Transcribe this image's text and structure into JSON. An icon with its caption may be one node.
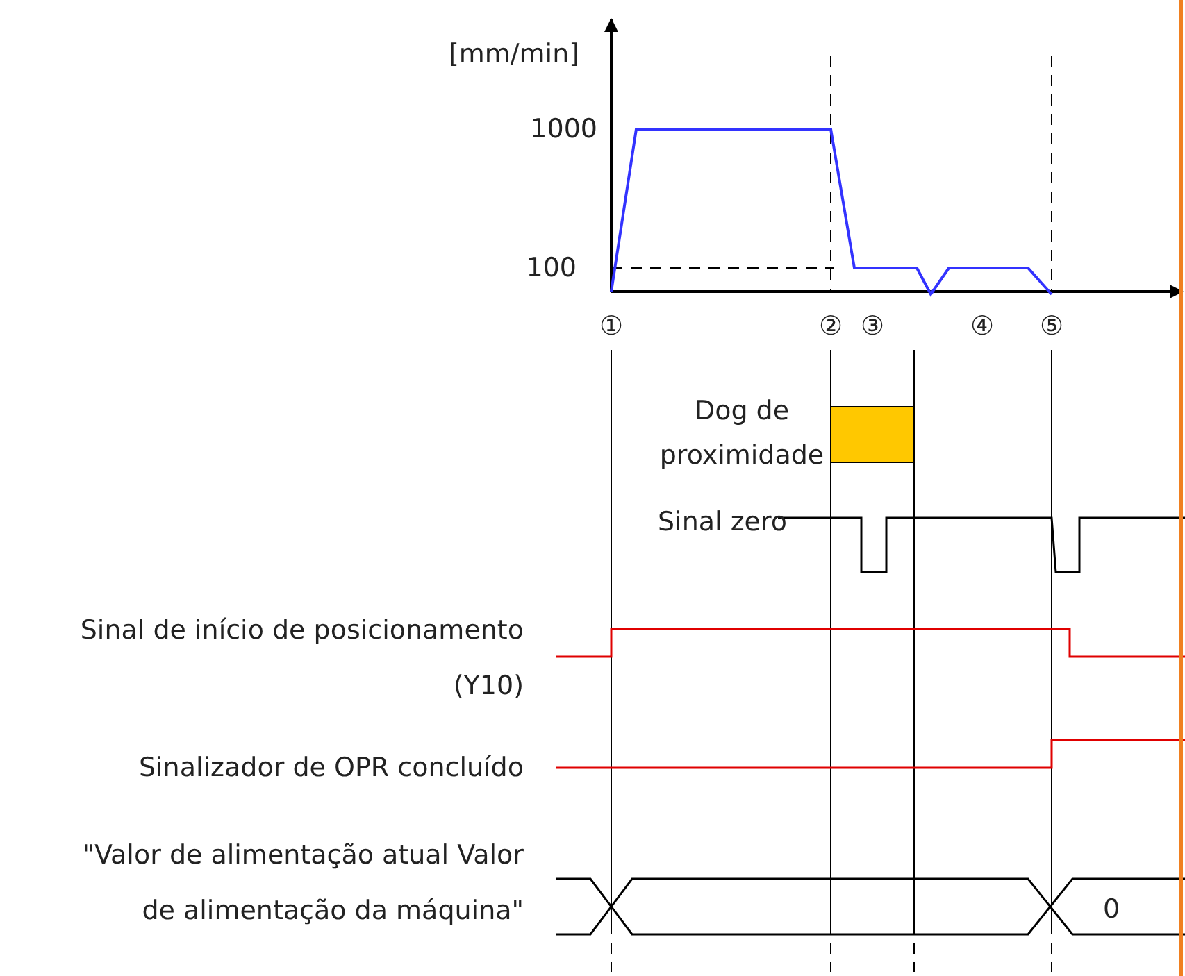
{
  "diagram": {
    "labels": [
      "[mm/min]",
      "1000",
      "100",
      "①",
      "②",
      "③",
      "④",
      "⑤",
      "Dog de proximidade",
      "Sinal zero",
      "Sinal de início de posicionamento (Y10)",
      "Sinalizador de OPR concluído",
      "\"Valor de alimentação atual Valor de alimentação da máquina\"",
      "0"
    ]
  }
}
